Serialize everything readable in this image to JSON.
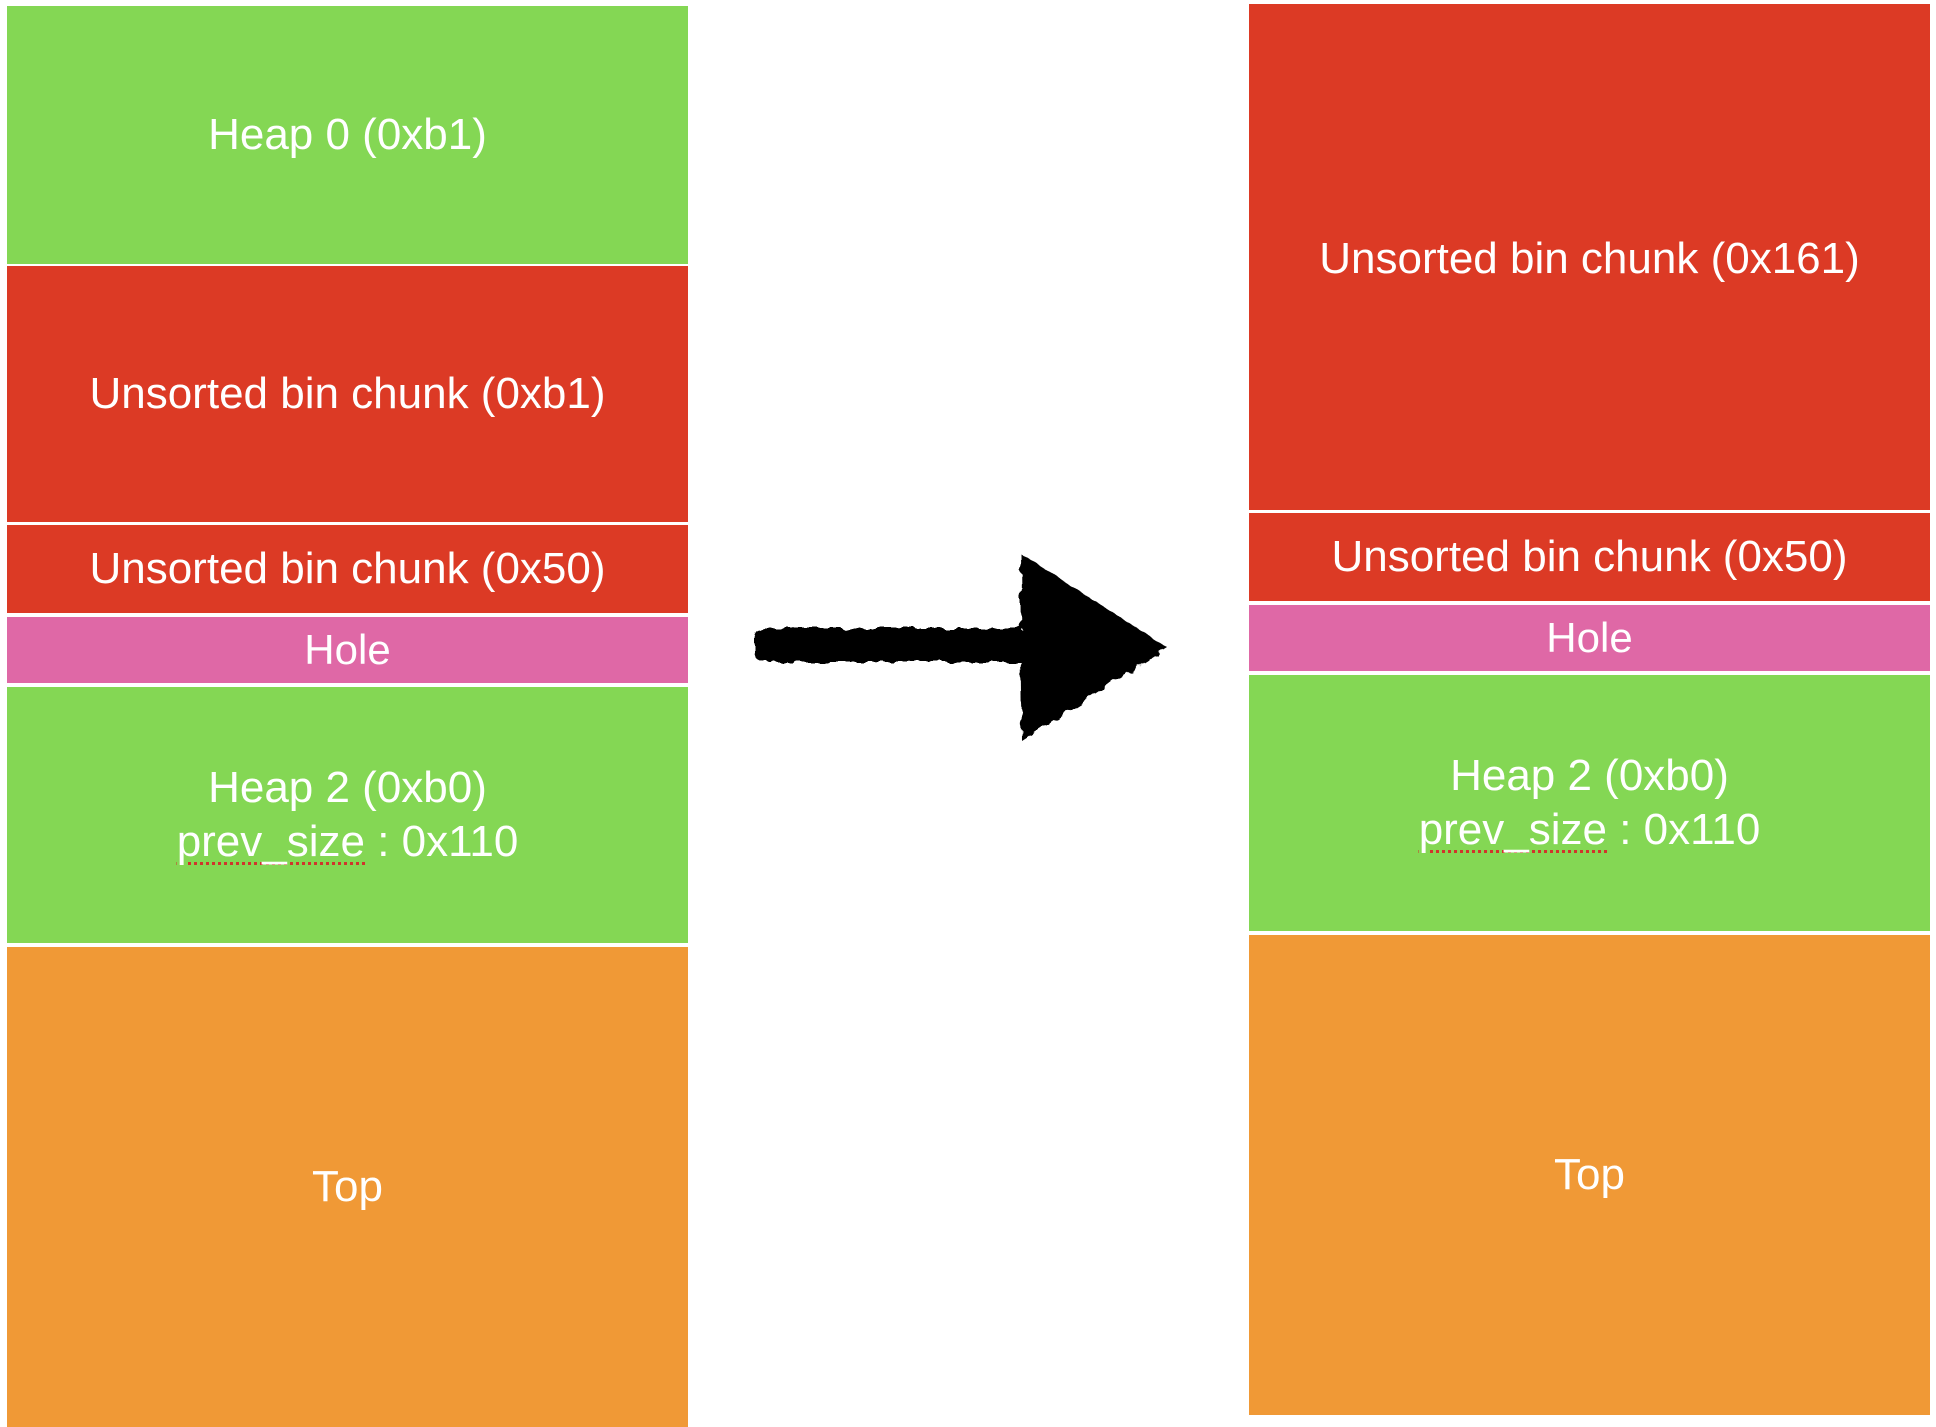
{
  "colors": {
    "green": "#84d754",
    "red": "#dc3a25",
    "pink": "#df68a6",
    "orange": "#f09936",
    "text": "#ffffff",
    "arrow": "#000000"
  },
  "before": {
    "heap0": "Heap 0 (0xb1)",
    "unsorted_big": "Unsorted bin chunk (0xb1)",
    "unsorted_small": "Unsorted bin chunk (0x50)",
    "hole": "Hole",
    "heap2": {
      "title": "Heap 2 (0xb0)",
      "prev_size_key": "prev_size",
      "prev_size_val": " : 0x110"
    },
    "top": "Top"
  },
  "after": {
    "unsorted_big": "Unsorted bin chunk (0x161)",
    "unsorted_small": "Unsorted bin chunk (0x50)",
    "hole": "Hole",
    "heap2": {
      "title": "Heap 2 (0xb0)",
      "prev_size_key": "prev_size",
      "prev_size_val": " : 0x110"
    },
    "top": "Top"
  },
  "arrow_icon": "right-arrow-icon"
}
